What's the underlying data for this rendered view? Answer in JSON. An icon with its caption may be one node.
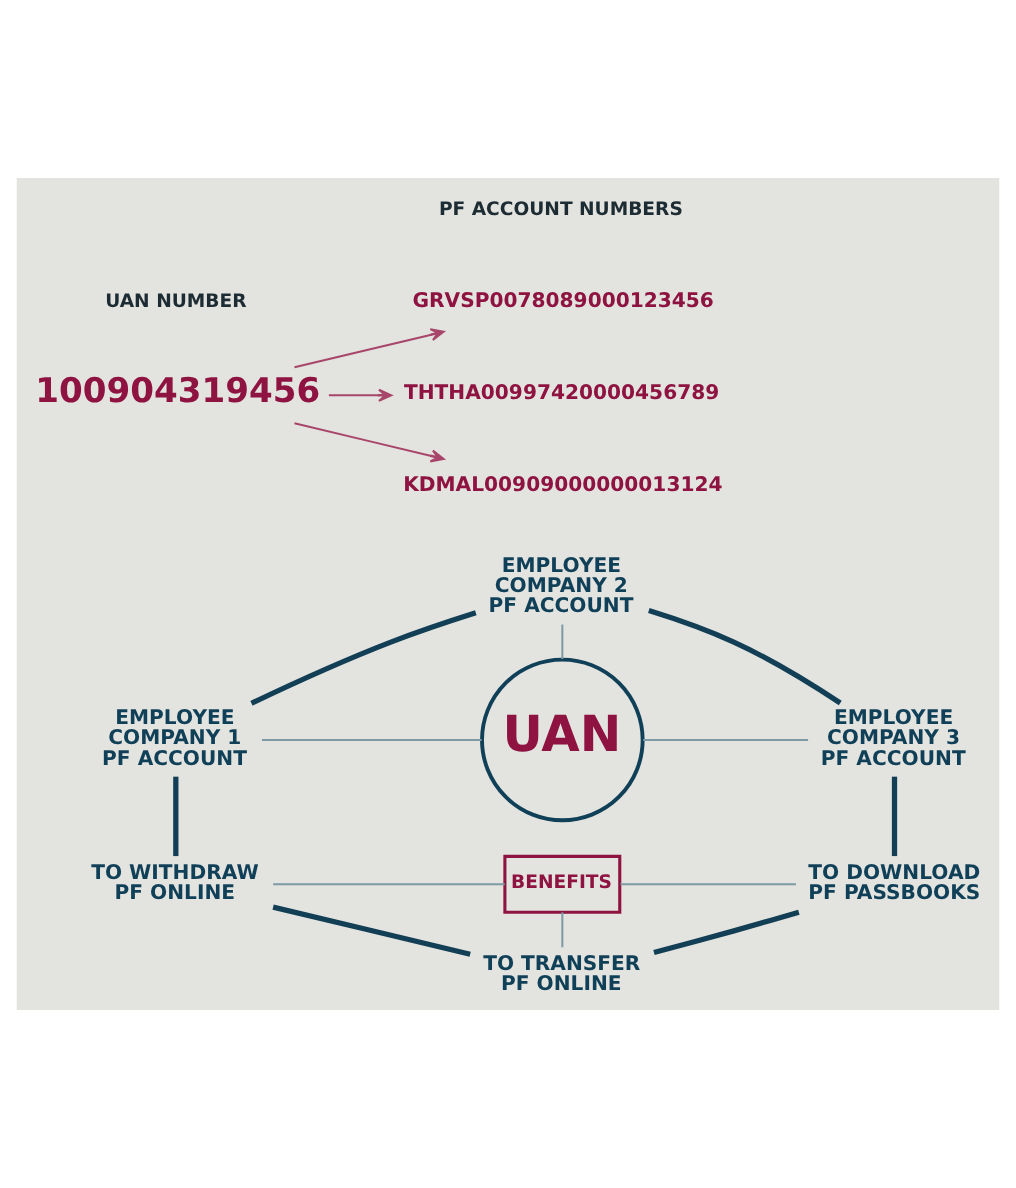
{
  "diagram": {
    "nodes": [
      {
        "text": [
          "100904319456"
        ]
      },
      {
        "text": [
          "GRVSP0078089000123456"
        ]
      },
      {
        "text": [
          "THTHA00997420000456789"
        ]
      },
      {
        "text": [
          "KDMAL00909000000013124"
        ]
      },
      {
        "text": [
          "UAN"
        ]
      },
      {
        "text": [
          "BENEFITS"
        ]
      },
      {
        "text": [
          "EMPLOYEE COMPANY 1 PF ACCOUNT"
        ]
      },
      {
        "text": [
          "EMPLOYEE COMPANY 2 PF ACCOUNT"
        ]
      },
      {
        "text": [
          "EMPLOYEE COMPANY 3 PF ACCOUNT"
        ]
      },
      {
        "text": [
          "TO WITHDRAW PF ONLINE"
        ]
      },
      {
        "text": [
          "TO TRANSFER PF ONLINE"
        ]
      },
      {
        "text": [
          "TO DOWNLOAD PF PASSBOOKS"
        ]
      }
    ],
    "edges": [
      {
        "from": 0,
        "to": 1,
        "arrow": "to",
        "color": "#a8456a"
      },
      {
        "from": 0,
        "to": 2,
        "arrow": "to",
        "color": "#a8456a"
      },
      {
        "from": 0,
        "to": 3,
        "arrow": "to",
        "color": "#a8456a"
      },
      {
        "from": 6,
        "to": 4,
        "arrow": "none"
      },
      {
        "from": 7,
        "to": 4,
        "arrow": "none"
      },
      {
        "from": 4,
        "to": 8,
        "arrow": "none"
      },
      {
        "from": 9,
        "to": 5,
        "arrow": "none"
      },
      {
        "from": 5,
        "to": 10,
        "arrow": "none"
      },
      {
        "from": 5,
        "to": 11,
        "arrow": "none"
      },
      {
        "from": 6,
        "to": 7,
        "arrow": "none",
        "style": "thick",
        "color": "#123f55"
      },
      {
        "from": 7,
        "to": 8,
        "arrow": "none",
        "style": "thick",
        "color": "#123f55"
      },
      {
        "from": 8,
        "to": 11,
        "arrow": "none",
        "style": "thick",
        "color": "#123f55"
      },
      {
        "from": 10,
        "to": 11,
        "arrow": "none",
        "style": "thick",
        "color": "#123f55"
      },
      {
        "from": 9,
        "to": 10,
        "arrow": "none",
        "style": "thick",
        "color": "#123f55"
      },
      {
        "from": 6,
        "to": 9,
        "arrow": "none",
        "style": "thick",
        "color": "#123f55"
      }
    ],
    "labels": [
      "UAN NUMBER",
      "PF ACCOUNT NUMBERS"
    ]
  }
}
